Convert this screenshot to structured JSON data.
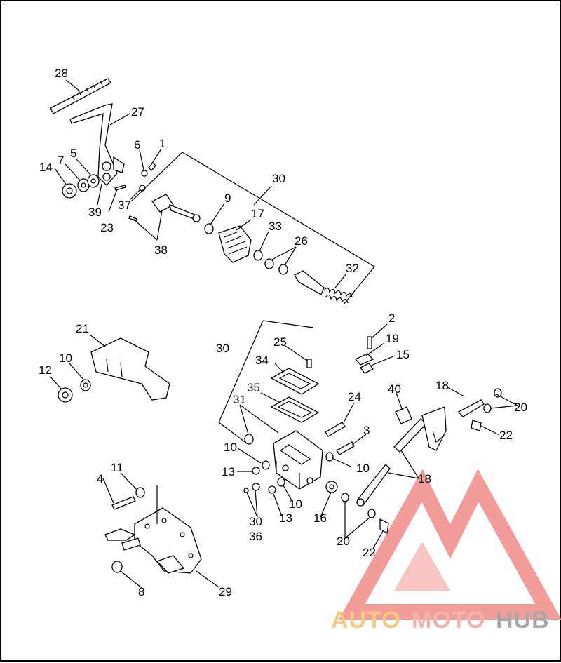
{
  "labels": [
    "1",
    "2",
    "3",
    "4",
    "5",
    "6",
    "7",
    "8",
    "9",
    "10",
    "11",
    "12",
    "13",
    "14",
    "15",
    "16",
    "17",
    "18",
    "19",
    "20",
    "21",
    "22",
    "23",
    "24",
    "25",
    "26",
    "27",
    "28",
    "29",
    "30",
    "31",
    "32",
    "33",
    "34",
    "35",
    "36",
    "37",
    "38",
    "39",
    "40"
  ],
  "watermark": {
    "part1": "AUTO",
    "part2": "MOTO",
    "part3": "HUB",
    "colors": {
      "auto": "#f5c26b",
      "moto": "#f2a79f",
      "hub": "#9a9a9a",
      "triangle": "#f08c88"
    }
  }
}
